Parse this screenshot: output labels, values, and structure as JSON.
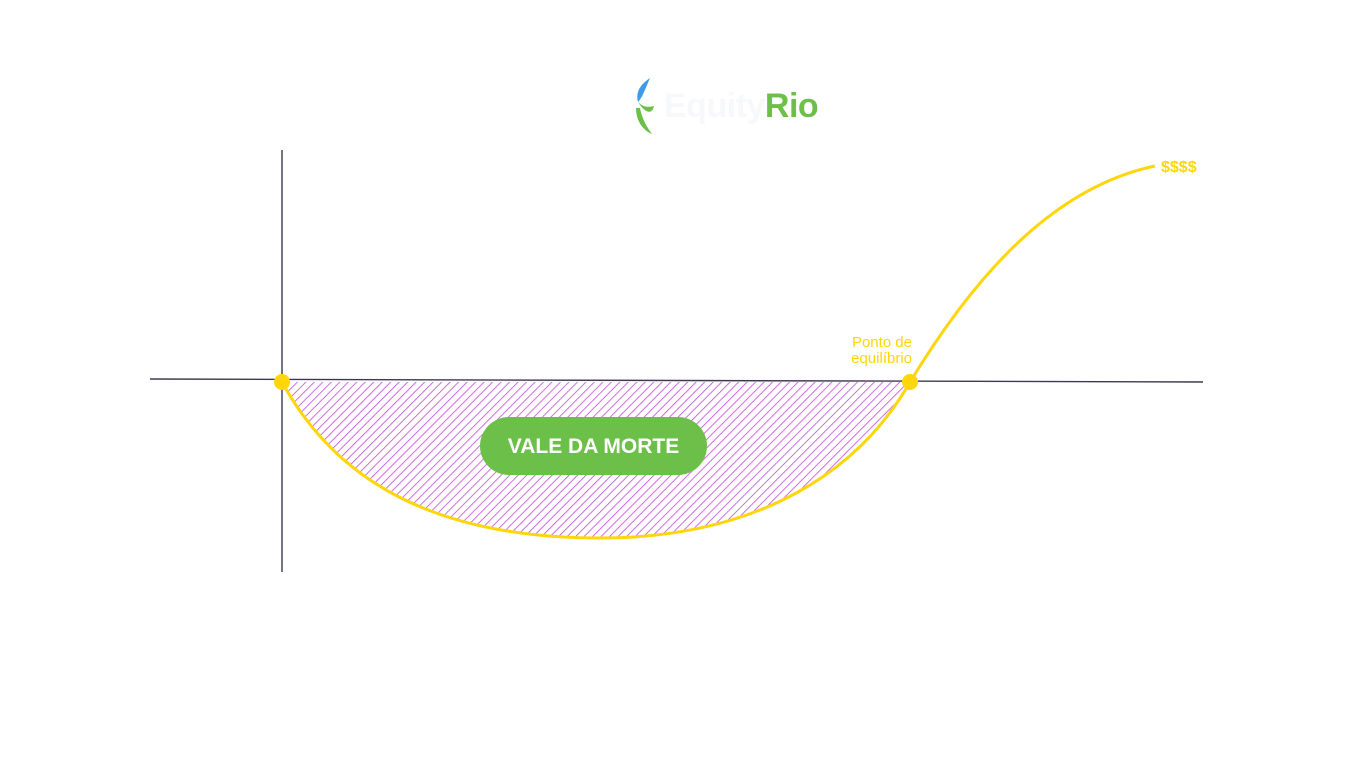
{
  "logo": {
    "word_a": "Equity",
    "word_b": "Rio",
    "colors": {
      "mark_top": "#3d9be9",
      "mark_bottom": "#6cc04a",
      "word_a": "#f7f8fb",
      "word_b": "#6cc04a"
    }
  },
  "diagram": {
    "valley_label": "VALE DA MORTE",
    "breakeven_label_line1": "Ponto de",
    "breakeven_label_line2": "equilíbrio",
    "end_label": "$$$$",
    "colors": {
      "axis": "#3a3a52",
      "curve": "#ffd60a",
      "hatch": "#c447e0",
      "pill_bg": "#6cc04a",
      "pill_text": "#ffffff",
      "annotation": "#ffd60a"
    }
  }
}
